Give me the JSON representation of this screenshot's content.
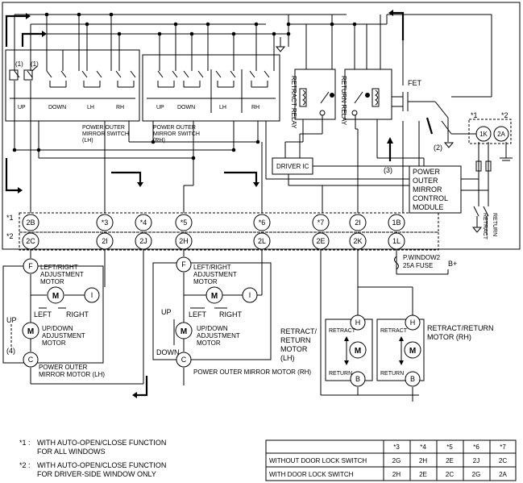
{
  "switch_left": {
    "title_lines": [
      "POWER OUTER",
      "MIRROR SWITCH",
      "(LH)"
    ],
    "labels": {
      "up": "UP",
      "down": "DOWN",
      "lh": "LH",
      "rh": "RH"
    },
    "markers": [
      "(1)",
      "(1)"
    ]
  },
  "switch_right": {
    "title_lines": [
      "POWER OUTER",
      "MIRROR SWITCH",
      "(RH)"
    ],
    "labels": {
      "up": "UP",
      "down": "DOWN",
      "lh": "LH",
      "rh": "RH"
    }
  },
  "relays": {
    "retract": "RETRACT RELAY",
    "return": "RETURN RELAY",
    "fet": "FET"
  },
  "driver_ic": "DRIVER IC",
  "control_module_lines": [
    "POWER",
    "OUTER",
    "MIRROR",
    "CONTROL",
    "MODULE"
  ],
  "connectors_top": [
    "2B",
    "*3",
    "*4",
    "*5",
    "*6",
    "*7",
    "2I",
    "1B"
  ],
  "connectors_bottom": [
    "2C",
    "2I",
    "2J",
    "2H",
    "2L",
    "2E",
    "2K",
    "1L"
  ],
  "row_markers": {
    "row1": "*1",
    "row2": "*2"
  },
  "corner_markers": {
    "m1": "*1",
    "m2": "*2",
    "c1k": "1K",
    "c2a": "2A"
  },
  "markers": {
    "m2": "(2)",
    "m3": "(3)",
    "m4": "(4)"
  },
  "fuse": {
    "name": "P.WINDOW2",
    "rating": "25A FUSE",
    "supply": "B+"
  },
  "side_labels": {
    "retract": "RETRACT",
    "return": "RETURN"
  },
  "motor_lh": {
    "terminals": {
      "f": "F",
      "i": "I",
      "c": "C"
    },
    "adjust_lines": [
      "LEFT/RIGHT",
      "ADJUSTMENT",
      "MOTOR"
    ],
    "updown_lines": [
      "UP/DOWN",
      "ADJUSTMENT",
      "MOTOR"
    ],
    "left": "LEFT",
    "right": "RIGHT",
    "up": "UP",
    "title_lines": [
      "POWER OUTER",
      "MIRROR MOTOR (LH)"
    ]
  },
  "motor_rh": {
    "terminals": {
      "f": "F",
      "i": "I",
      "c": "C"
    },
    "adjust_lines": [
      "LEFT/RIGHT",
      "ADJUSTMENT",
      "MOTOR"
    ],
    "updown_lines": [
      "UP/DOWN",
      "ADJUSTMENT",
      "MOTOR"
    ],
    "left": "LEFT",
    "right": "RIGHT",
    "up": "UP",
    "down": "DOWN",
    "title": "POWER OUTER MIRROR MOTOR (RH)"
  },
  "retract_motor_lh": {
    "title_lines": [
      "RETRACT/",
      "RETURN",
      "MOTOR",
      "(LH)"
    ],
    "retract": "RETRACT",
    "return": "RETURN",
    "h": "H",
    "b": "B"
  },
  "retract_motor_rh": {
    "title_lines": [
      "RETRACT/RETURN",
      "MOTOR (RH)"
    ],
    "retract": "RETRACT",
    "return": "RETURN",
    "h": "H",
    "b": "B"
  },
  "motor_symbol": "M",
  "notes": [
    {
      "key": "*1 :",
      "lines": [
        "WITH AUTO-OPEN/CLOSE FUNCTION",
        "FOR ALL WINDOWS"
      ]
    },
    {
      "key": "*2 :",
      "lines": [
        "WITH AUTO-OPEN/CLOSE FUNCTION",
        "FOR DRIVER-SIDE WINDOW ONLY"
      ]
    }
  ],
  "table": {
    "headers": [
      "*3",
      "*4",
      "*5",
      "*6",
      "*7"
    ],
    "rows": [
      {
        "label": "WITHOUT DOOR LOCK SWITCH",
        "cells": [
          "2G",
          "2H",
          "2E",
          "2J",
          "2C"
        ]
      },
      {
        "label": "WITH DOOR LOCK SWITCH",
        "cells": [
          "2H",
          "2E",
          "2C",
          "2G",
          "2A"
        ]
      }
    ]
  }
}
